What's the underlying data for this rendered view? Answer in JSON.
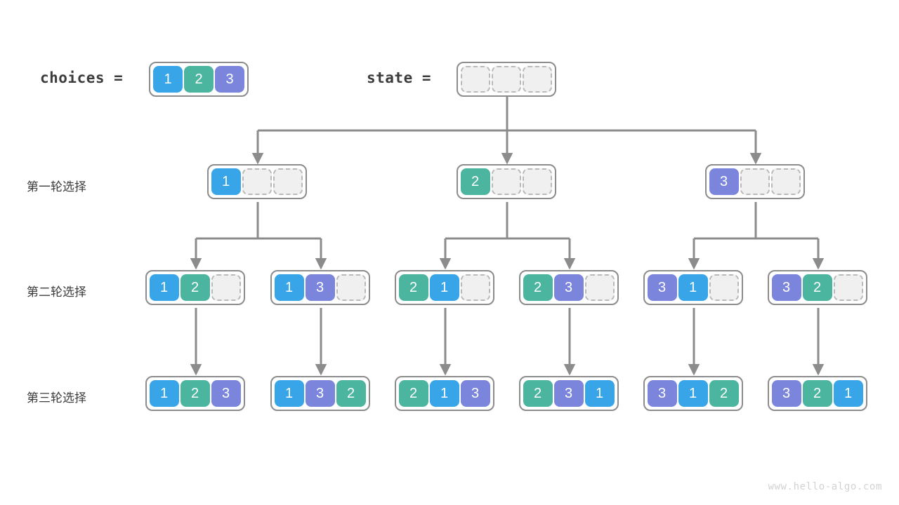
{
  "page": {
    "watermark": "www.hello-algo.com",
    "background": "#ffffff"
  },
  "palette": {
    "value_1": "#37a5e8",
    "value_2": "#4cb5a0",
    "value_3": "#7a85db",
    "empty_cell_fill": "#f0f0f0",
    "empty_cell_border": "#b9b9b9",
    "box_border": "#8c8c8c",
    "connector": "#8c8c8c",
    "text": "#3c3c3c"
  },
  "header": {
    "choices_label": "choices =",
    "choices_values": [
      "1",
      "2",
      "3"
    ],
    "state_label": "state =",
    "state_values": [
      "",
      "",
      ""
    ]
  },
  "rows": [
    {
      "label": "第一轮选择"
    },
    {
      "label": "第二轮选择"
    },
    {
      "label": "第三轮选择"
    }
  ],
  "level1": [
    {
      "cells": [
        "1",
        "",
        ""
      ]
    },
    {
      "cells": [
        "2",
        "",
        ""
      ]
    },
    {
      "cells": [
        "3",
        "",
        ""
      ]
    }
  ],
  "level2": [
    {
      "cells": [
        "1",
        "2",
        ""
      ]
    },
    {
      "cells": [
        "1",
        "3",
        ""
      ]
    },
    {
      "cells": [
        "2",
        "1",
        ""
      ]
    },
    {
      "cells": [
        "2",
        "3",
        ""
      ]
    },
    {
      "cells": [
        "3",
        "1",
        ""
      ]
    },
    {
      "cells": [
        "3",
        "2",
        ""
      ]
    }
  ],
  "level3": [
    {
      "cells": [
        "1",
        "2",
        "3"
      ]
    },
    {
      "cells": [
        "1",
        "3",
        "2"
      ]
    },
    {
      "cells": [
        "2",
        "1",
        "3"
      ]
    },
    {
      "cells": [
        "2",
        "3",
        "1"
      ]
    },
    {
      "cells": [
        "3",
        "1",
        "2"
      ]
    },
    {
      "cells": [
        "3",
        "2",
        "1"
      ]
    }
  ]
}
